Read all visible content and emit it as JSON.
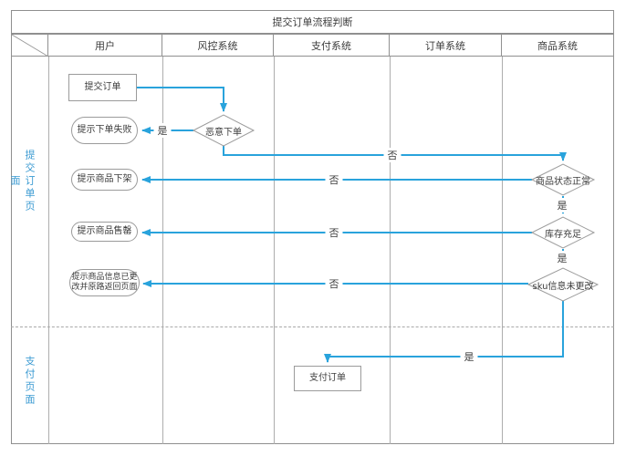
{
  "title": "提交订单流程判断",
  "header": {
    "columns": [
      "用户",
      "风控系统",
      "支付系统",
      "订单系统",
      "商品系统"
    ]
  },
  "lanes": {
    "row1": "提交订单页面",
    "row2": "支付页面"
  },
  "nodes": {
    "submit_order": "提交订单",
    "order_fail": "提示下单失败",
    "malicious_order": "恶意下单",
    "product_removed": "提示商品下架",
    "product_soldout": "提示商品售罄",
    "product_changed": "提示商品信息已更改并原路返回页面",
    "status_normal": "商品状态正常",
    "stock_enough": "库存充足",
    "sku_unchanged": "sku信息未更改",
    "pay_order": "支付订单"
  },
  "edge_labels": {
    "malicious_yes": "是",
    "malicious_no": "否",
    "status_no": "否",
    "status_yes": "是",
    "stock_no": "否",
    "stock_yes": "是",
    "sku_no": "否",
    "sku_yes": "是"
  },
  "colors": {
    "flow": "#29a3dc",
    "shape_border": "#9b9b9b",
    "lane_text": "#3a9ad2"
  }
}
